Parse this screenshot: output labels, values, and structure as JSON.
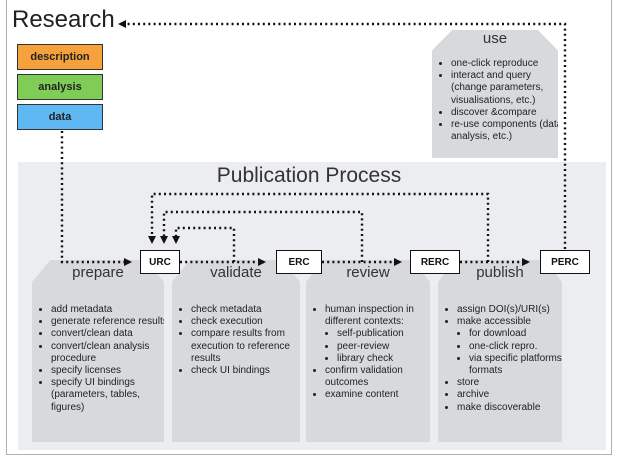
{
  "title": "Research",
  "artifacts": [
    "description",
    "analysis",
    "data"
  ],
  "colors": {
    "description": "#f5a13c",
    "analysis": "#7fcc57",
    "data": "#5fb7f4"
  },
  "panel_title": "Publication Process",
  "nodes": {
    "urc": "URC",
    "erc": "ERC",
    "rerc": "RERC",
    "perc": "PERC"
  },
  "use": {
    "label": "use",
    "items": [
      "one-click reproduce",
      "interact and query (change parameters, visualisations, etc.)",
      "discover &compare",
      "re-use components (data, analysis, etc.)"
    ]
  },
  "prepare": {
    "label": "prepare",
    "items": [
      "add metadata",
      "generate reference results",
      "convert/clean data",
      "convert/clean analysis procedure",
      "specify licenses",
      "specify UI bindings (parameters, tables, figures)"
    ]
  },
  "validate": {
    "label": "validate",
    "items": [
      "check metadata",
      "check execution",
      "compare results from execution to reference results",
      "check UI  bindings"
    ]
  },
  "review": {
    "label": "review",
    "item0": "human inspection in different contexts:",
    "sub": [
      "self-publication",
      "peer-review",
      "library check"
    ],
    "item1": "confirm validation outcomes",
    "item2": "examine content"
  },
  "publish": {
    "label": "publish",
    "item0": "assign DOI(s)/URI(s)",
    "item1": "make accessible",
    "sub": [
      "for download",
      "one-click repro.",
      "via specific platforms/ formats"
    ],
    "item2": "store",
    "item3": "archive",
    "item4": "make discoverable"
  }
}
